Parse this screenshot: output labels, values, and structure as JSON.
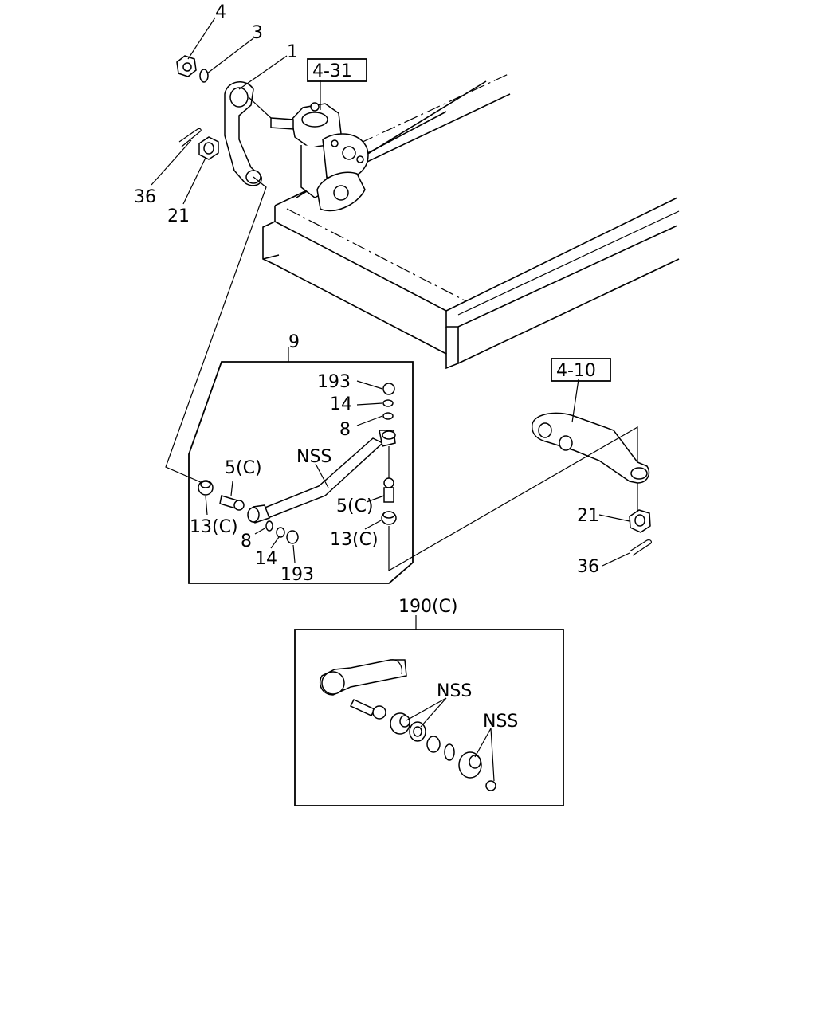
{
  "callouts": {
    "c4": "4",
    "c3": "3",
    "c1": "1",
    "c36_top": "36",
    "c21_top": "21",
    "c9": "9",
    "c193_top": "193",
    "c14_top": "14",
    "c8_top": "8",
    "nss_rod": "NSS",
    "c5c_left": "5(C)",
    "c13c_left": "13(C)",
    "c8_bottom": "8",
    "c14_bottom": "14",
    "c193_bottom": "193",
    "c5c_right": "5(C)",
    "c13c_right": "13(C)",
    "c21_right": "21",
    "c36_right": "36",
    "c190c": "190(C)",
    "nss_a": "NSS",
    "nss_b": "NSS"
  },
  "references": {
    "ref_431": "4-31",
    "ref_410": "4-10"
  }
}
